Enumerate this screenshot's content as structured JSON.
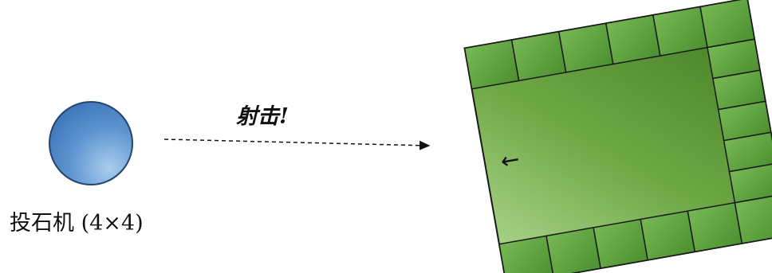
{
  "catapult": {
    "label": "投石机 (4×4)"
  },
  "action": {
    "label": "射击!"
  },
  "target": {
    "border_tiles_top": 6,
    "border_tiles_bottom": 6,
    "border_tiles_right": 5,
    "arrow_glyph": "←"
  },
  "colors": {
    "catapult_fill": "#3d7dc4",
    "catapult_highlight": "#a9cdee",
    "catapult_stroke": "#24466e",
    "target_fill_dark": "#3f7a22",
    "target_fill_light": "#a9d48a",
    "tile_fill": "#5aa23b",
    "tile_stroke": "#1a1a1a"
  }
}
